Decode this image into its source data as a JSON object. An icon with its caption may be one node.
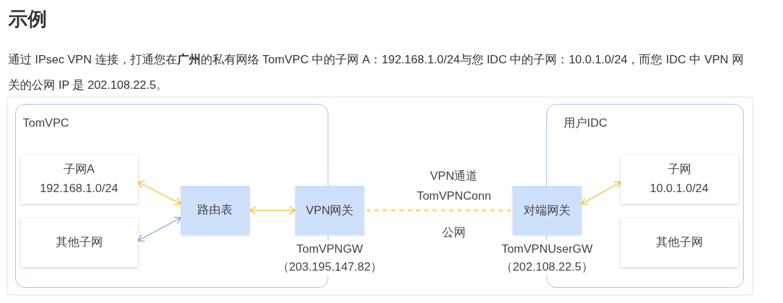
{
  "diagram": {
    "title": "示例",
    "nodes": [
      {
        "text": [
          "TomVPC"
        ]
      },
      {
        "text": [
          "子网A",
          "192.168.1.0/24"
        ],
        "in": 0
      },
      {
        "text": [
          "其他子网"
        ],
        "in": 0
      },
      {
        "text": [
          "路由表"
        ],
        "in": 0
      },
      {
        "text": [
          "VPN网关"
        ],
        "beside": [
          "TomVPNGW",
          "（203.195.147.82）"
        ]
      },
      {
        "text": [
          "用户IDC"
        ]
      },
      {
        "text": [
          "对端网关"
        ],
        "beside": [
          "TomVPNUserGW",
          "（202.108.22.5）"
        ]
      },
      {
        "text": [
          "子网",
          "10.0.1.0/24"
        ],
        "in": 5
      },
      {
        "text": [
          "其他子网"
        ],
        "in": 5
      }
    ],
    "edges": [
      {
        "from": 1,
        "to": 3,
        "arrow": "both"
      },
      {
        "from": 2,
        "to": 3,
        "arrow": "both",
        "color": "#8db3e6"
      },
      {
        "from": 3,
        "to": 4,
        "arrow": "both"
      },
      {
        "from": 4,
        "to": 6,
        "arrow": "none",
        "style": "dashed",
        "label": "VPN通道 TomVPNConn"
      },
      {
        "from": 6,
        "to": 7,
        "arrow": "both"
      }
    ],
    "labels": [
      "通过 IPsec VPN 连接，打通您在**广州**的私有网络 TomVPC 中的子网 A：192.168.1.0/24与您 IDC 中的子网：10.0.1.0/24，而您 IDC 中 VPN 网关的公网 IP 是 202.108.22.5。",
      "公网"
    ]
  }
}
